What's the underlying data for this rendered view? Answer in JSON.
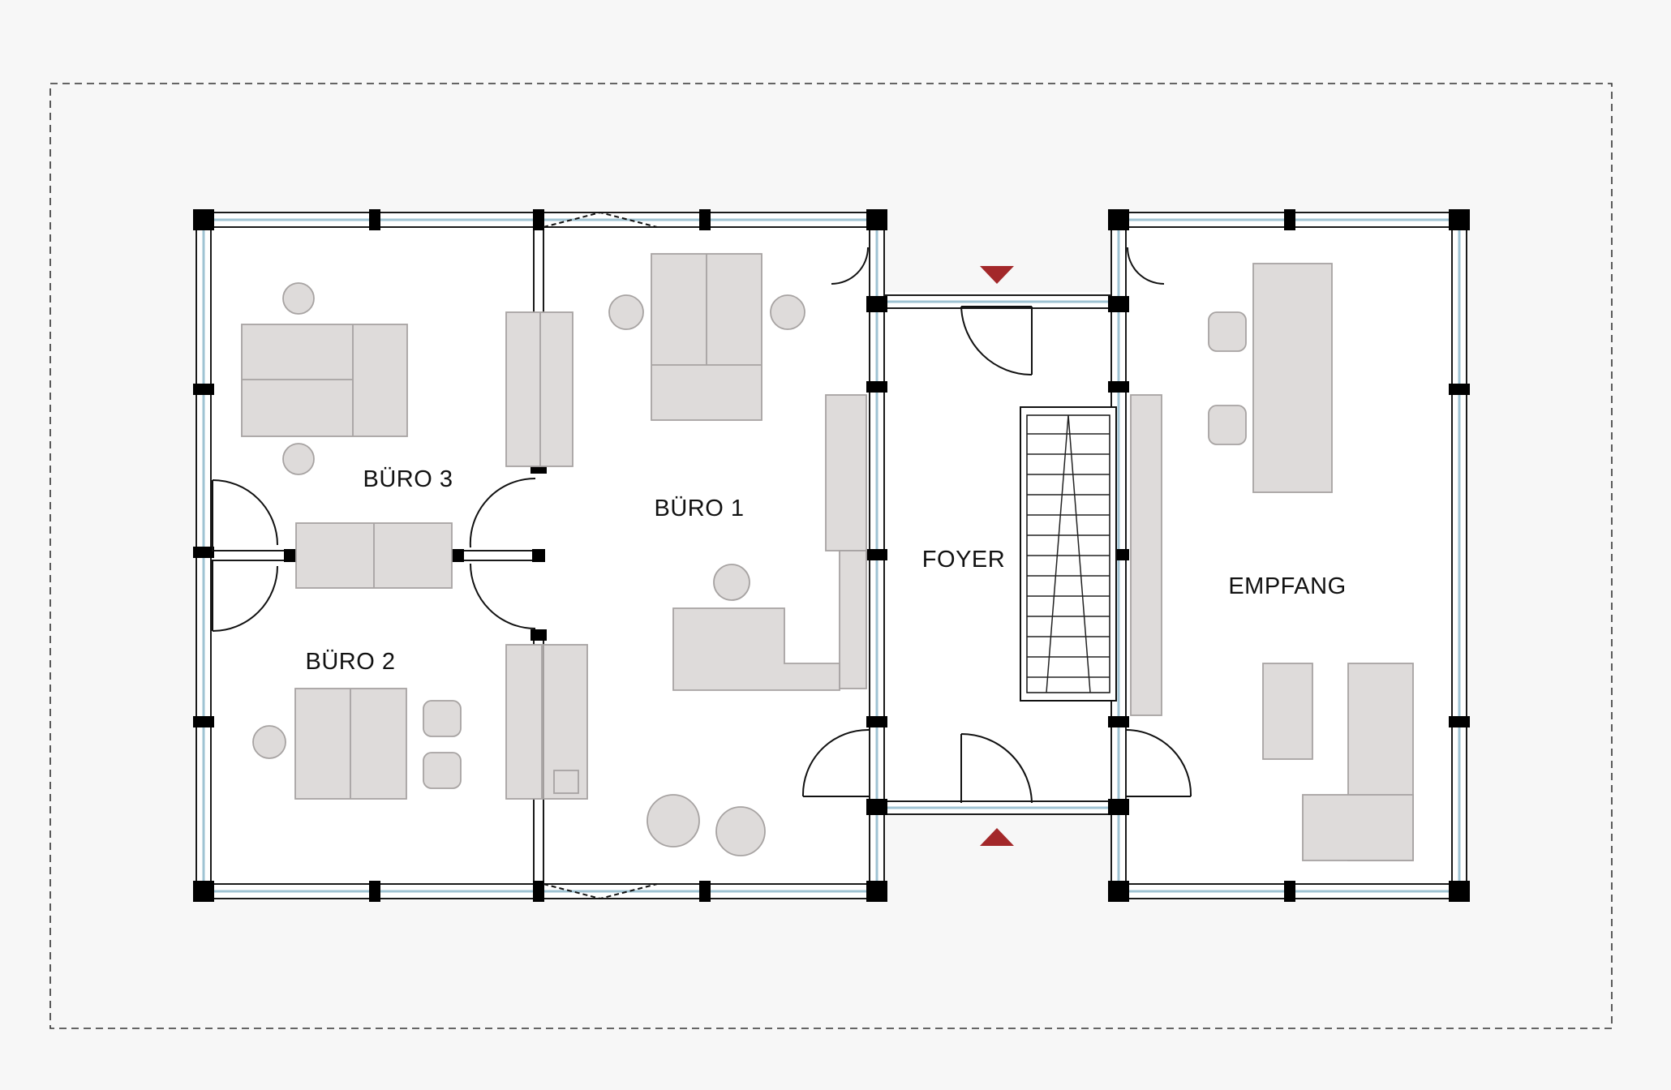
{
  "plan": {
    "rooms": [
      {
        "id": "buero-3",
        "label": "BÜRO 3"
      },
      {
        "id": "buero-1",
        "label": "BÜRO 1"
      },
      {
        "id": "buero-2",
        "label": "BÜRO 2"
      },
      {
        "id": "foyer",
        "label": "FOYER"
      },
      {
        "id": "empfang",
        "label": "EMPFANG"
      }
    ],
    "entrance_marker_color": "#a3282a",
    "furniture_color": "#dedbda",
    "glazing_color": "#9fc3d3"
  }
}
